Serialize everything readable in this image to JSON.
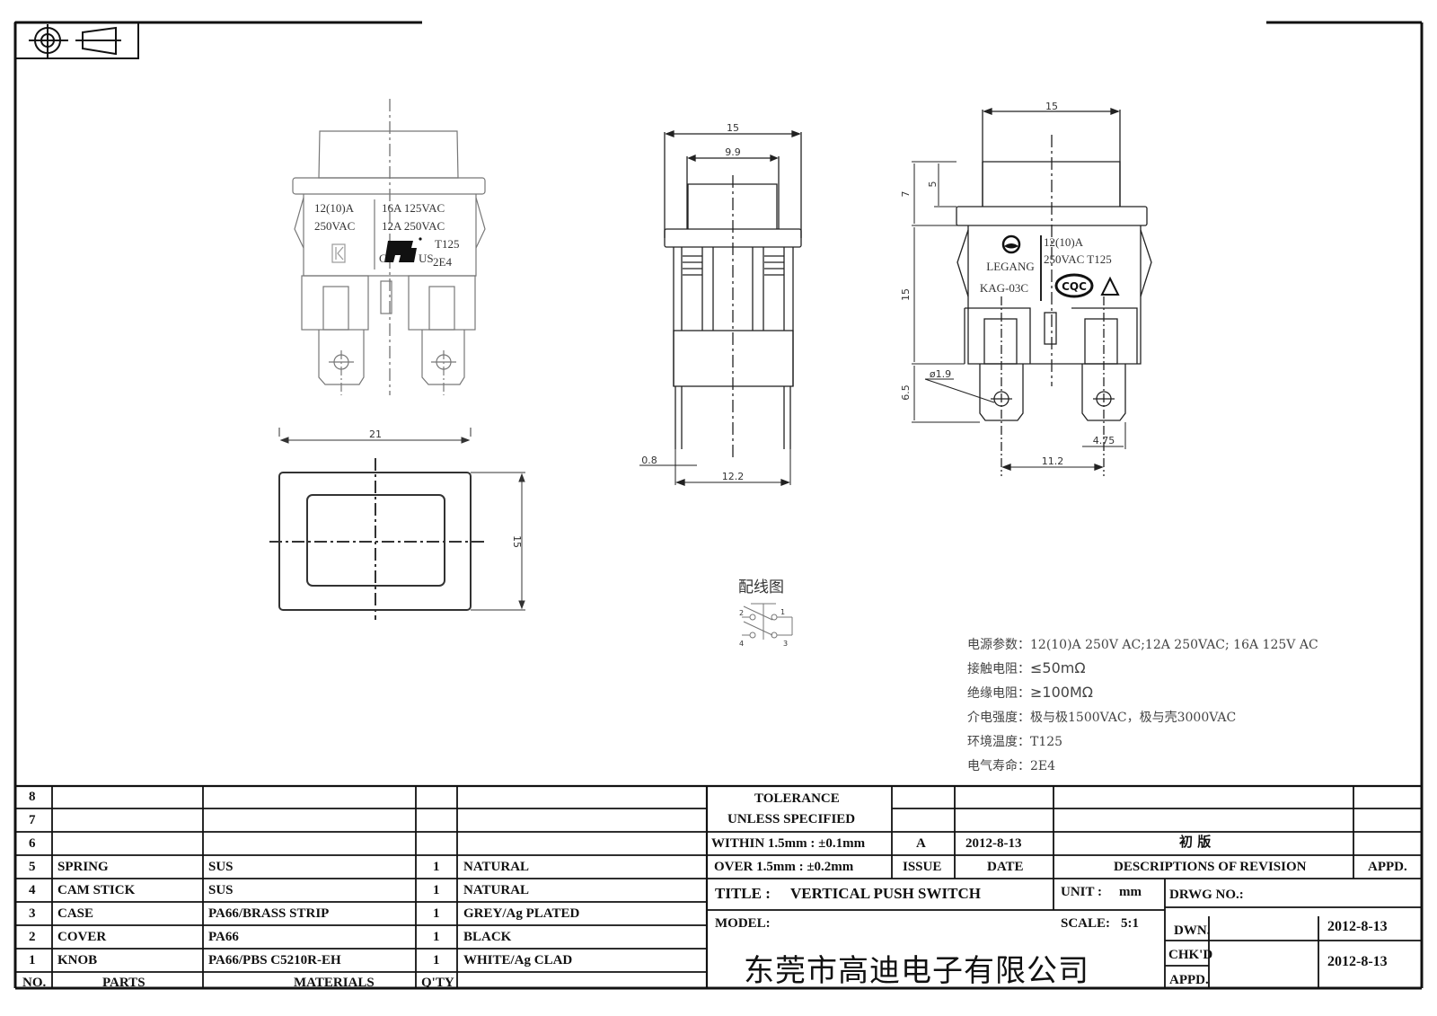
{
  "drawing": {
    "title_label": "TITLE :",
    "title": "VERTICAL PUSH SWITCH",
    "model_label": "MODEL:",
    "model": "",
    "unit_label": "UNIT :",
    "unit": "mm",
    "scale_label": "SCALE:",
    "scale": "5:1",
    "drwg_no_label": "DRWG NO.:",
    "drwg_no": "",
    "company": "东莞市高迪电子有限公司",
    "dwn_label": "DWN.",
    "dwn_date": "2012-8-13",
    "chkd_label": "CHK'D",
    "chkd_date": "2012-8-13",
    "appd_label": "APPD."
  },
  "projection_symbol": "third-angle-projection-icon",
  "front_view": {
    "left_label_line1": "12(10)A",
    "left_label_line2": "250VAC",
    "right_label_line1": "16A  125VAC",
    "right_label_line2": "12A  250VAC",
    "right_label_line3": "T125",
    "right_label_line4": "2E4",
    "ul_c": "C",
    "ul_us": "US"
  },
  "top_view": {
    "dim_width": "21",
    "dim_height": "15"
  },
  "side_view": {
    "dim_outer": "15",
    "dim_inner": "9.9",
    "dim_pin": "0.8",
    "dim_pin_spacing": "12.2"
  },
  "right_view": {
    "dim_top": "15",
    "dim_7": "7",
    "dim_5": "5",
    "dim_15": "15",
    "dim_65": "6.5",
    "dim_hole": "ø1.9",
    "dim_475": "4.75",
    "dim_112": "11.2",
    "brand": "LEGANG",
    "model": "KAG-03C",
    "rating_line1": "12(10)A",
    "rating_line2": "250VAC T125",
    "cert": "CQC"
  },
  "wiring": {
    "title": "配线图",
    "pins": [
      "1",
      "2",
      "3",
      "4"
    ]
  },
  "specs": [
    {
      "label": "电源参数：",
      "value": "12(10)A 250V AC;12A 250VAC; 16A 125V AC"
    },
    {
      "label": "接触电阻：",
      "value": "≤50mΩ"
    },
    {
      "label": "绝缘电阻：",
      "value": "≥100MΩ"
    },
    {
      "label": "介电强度：",
      "value": "极与极1500VAC，极与壳3000VAC"
    },
    {
      "label": "环境温度：",
      "value": "T125"
    },
    {
      "label": "电气寿命：",
      "value": "2E4"
    }
  ],
  "parts_table": {
    "headers": {
      "no": "NO.",
      "parts": "PARTS",
      "materials": "MATERIALS",
      "qty": "Q'TY",
      "finish": ""
    },
    "rows": [
      {
        "no": "8",
        "part": "",
        "material": "",
        "qty": "",
        "finish": ""
      },
      {
        "no": "7",
        "part": "",
        "material": "",
        "qty": "",
        "finish": ""
      },
      {
        "no": "6",
        "part": "",
        "material": "",
        "qty": "",
        "finish": ""
      },
      {
        "no": "5",
        "part": "SPRING",
        "material": "SUS",
        "qty": "1",
        "finish": "NATURAL"
      },
      {
        "no": "4",
        "part": "CAM STICK",
        "material": "SUS",
        "qty": "1",
        "finish": "NATURAL"
      },
      {
        "no": "3",
        "part": "CASE",
        "material": "PA66/BRASS STRIP",
        "qty": "1",
        "finish": "GREY/Ag PLATED"
      },
      {
        "no": "2",
        "part": "COVER",
        "material": "PA66",
        "qty": "1",
        "finish": "BLACK"
      },
      {
        "no": "1",
        "part": "KNOB",
        "material": "PA66/PBS C5210R-EH",
        "qty": "1",
        "finish": "WHITE/Ag CLAD"
      }
    ]
  },
  "tolerance": {
    "line1": "TOLERANCE",
    "line2": "UNLESS   SPECIFIED",
    "within": "WITHIN 1.5mm : ±0.1mm",
    "over": "OVER 1.5mm : ±0.2mm"
  },
  "revision_table": {
    "headers": {
      "issue": "ISSUE",
      "date": "DATE",
      "desc": "DESCRIPTIONS OF REVISION",
      "appd": "APPD."
    },
    "rows": [
      {
        "issue": "A",
        "date": "2012-8-13",
        "desc": "初 版",
        "appd": ""
      }
    ]
  }
}
